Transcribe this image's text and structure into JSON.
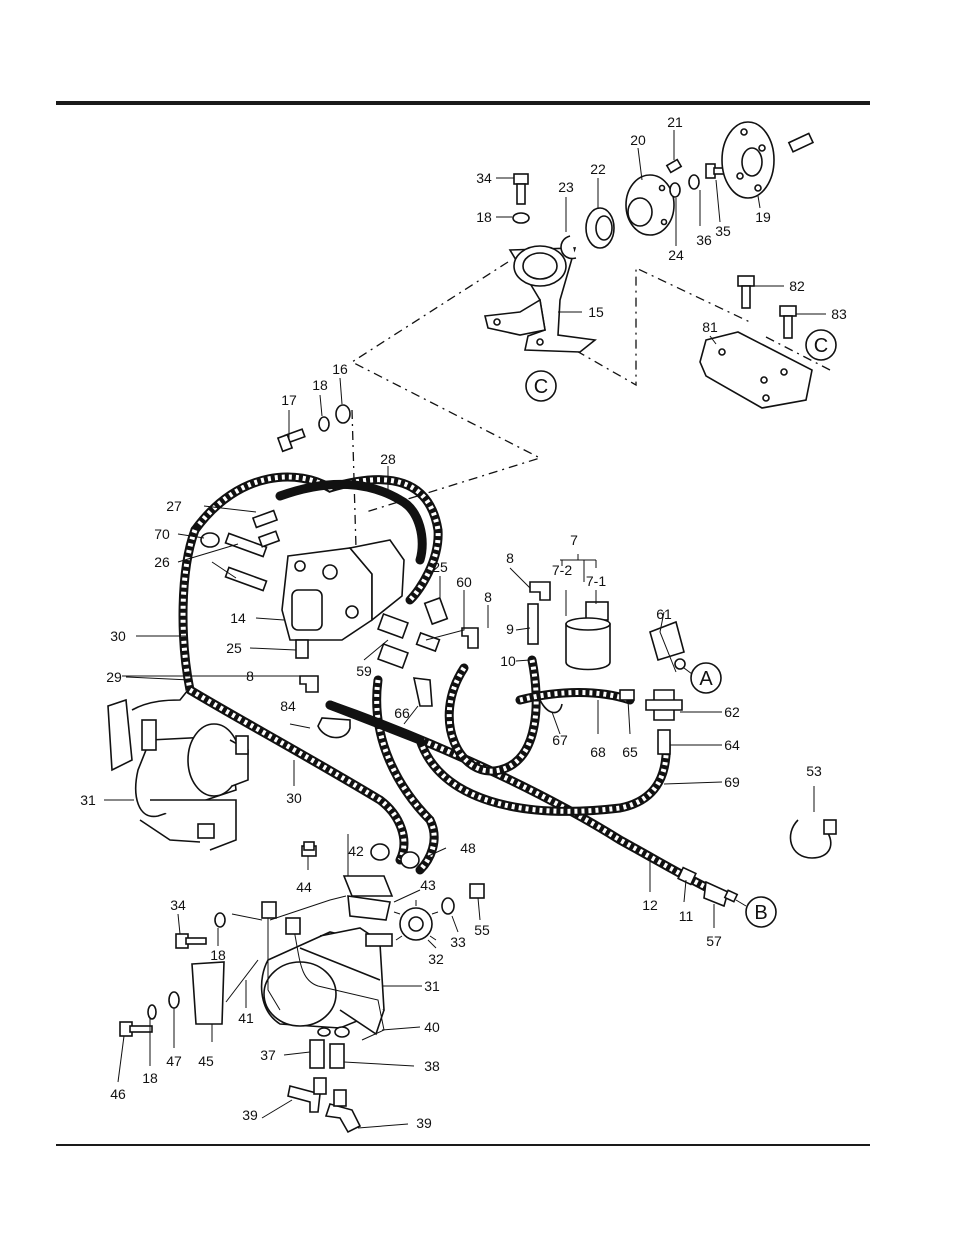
{
  "diagram": {
    "callouts": [
      "34",
      "18",
      "23",
      "22",
      "20",
      "21",
      "36",
      "35",
      "19",
      "24",
      "15",
      "82",
      "83",
      "81",
      "17",
      "18",
      "16",
      "28",
      "27",
      "70",
      "26",
      "14",
      "25",
      "8",
      "30",
      "29",
      "84",
      "31",
      "30",
      "25",
      "60",
      "8",
      "59",
      "66",
      "8",
      "9",
      "10",
      "7",
      "7-2",
      "7-1",
      "61",
      "62",
      "64",
      "69",
      "67",
      "68",
      "65",
      "53",
      "44",
      "42",
      "43",
      "48",
      "34",
      "18",
      "33",
      "55",
      "32",
      "31",
      "41",
      "45",
      "40",
      "47",
      "18",
      "46",
      "37",
      "38",
      "39",
      "39",
      "12",
      "11",
      "57"
    ],
    "references": {
      "c_upper": "C",
      "c_plate": "C",
      "a_ref": "A",
      "b_ref": "B"
    }
  }
}
